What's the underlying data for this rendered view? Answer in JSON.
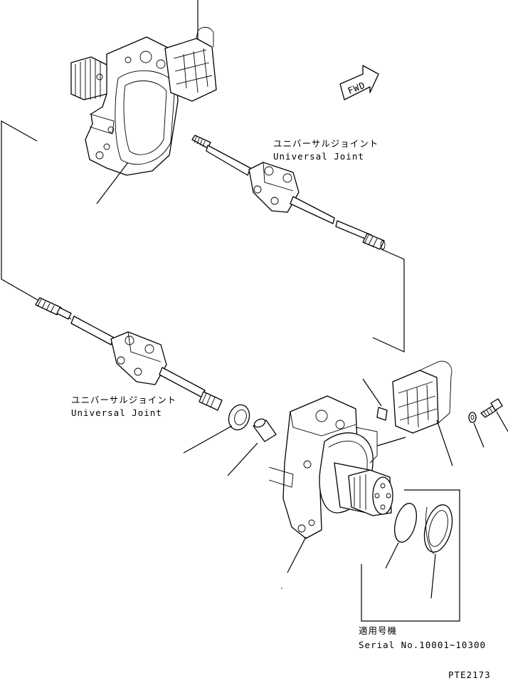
{
  "labels": {
    "fwd": "FWD",
    "uj_upper_jp": "ユニバーサルジョイント",
    "uj_upper_en": "Universal Joint",
    "uj_lower_jp": "ユニバーサルジョイント",
    "uj_lower_en": "Universal Joint",
    "serial_jp": "適用号機",
    "serial_en": "Serial No.10001~10300",
    "drawing_no": "PTE2173"
  }
}
